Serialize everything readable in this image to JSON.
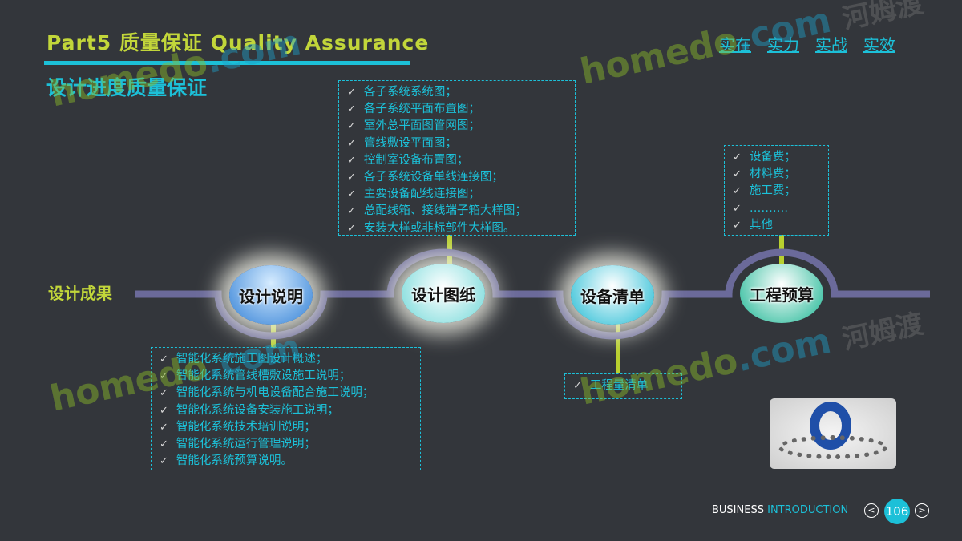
{
  "header": {
    "title": "Part5 质量保证 Quality Assurance",
    "subtitle": "设计进度质量保证",
    "tagline": [
      "实在",
      "实力",
      "实战",
      "实效"
    ]
  },
  "timeline": {
    "label": "设计成果",
    "nodes": [
      "设计说明",
      "设计图纸",
      "设备清单",
      "工程预算"
    ]
  },
  "boxes": {
    "drawings": [
      "各子系统系统图；",
      "各子系统平面布置图；",
      "室外总平面图管网图；",
      "管线敷设平面图；",
      "控制室设备布置图；",
      "各子系统设备单线连接图；",
      "主要设备配线连接图；",
      "总配线箱、接线端子箱大样图；",
      "安装大样或非标部件大样图。"
    ],
    "budget": [
      "设备费；",
      "材料费；",
      "施工费；",
      "……….",
      "其他"
    ],
    "description": [
      "智能化系统施工图设计概述；",
      "智能化系统管线槽敷设施工说明；",
      "智能化系统与机电设备配合施工说明；",
      "智能化系统设备安装施工说明；",
      "智能化系统技术培训说明；",
      "智能化系统运行管理说明；",
      "智能化系统预算说明。"
    ],
    "equipment": [
      "工程量清单"
    ]
  },
  "footer": {
    "business": "BUSINESS",
    "introduction": "INTRODUCTION",
    "page": "106",
    "prev": "<",
    "next": ">"
  },
  "watermark": {
    "site": "homedo",
    "domain": ".com",
    "brand": "河姆渡"
  },
  "colors": {
    "accent": "#1cc0d8",
    "title": "#c2d63a",
    "line": "#6b6a9a"
  }
}
